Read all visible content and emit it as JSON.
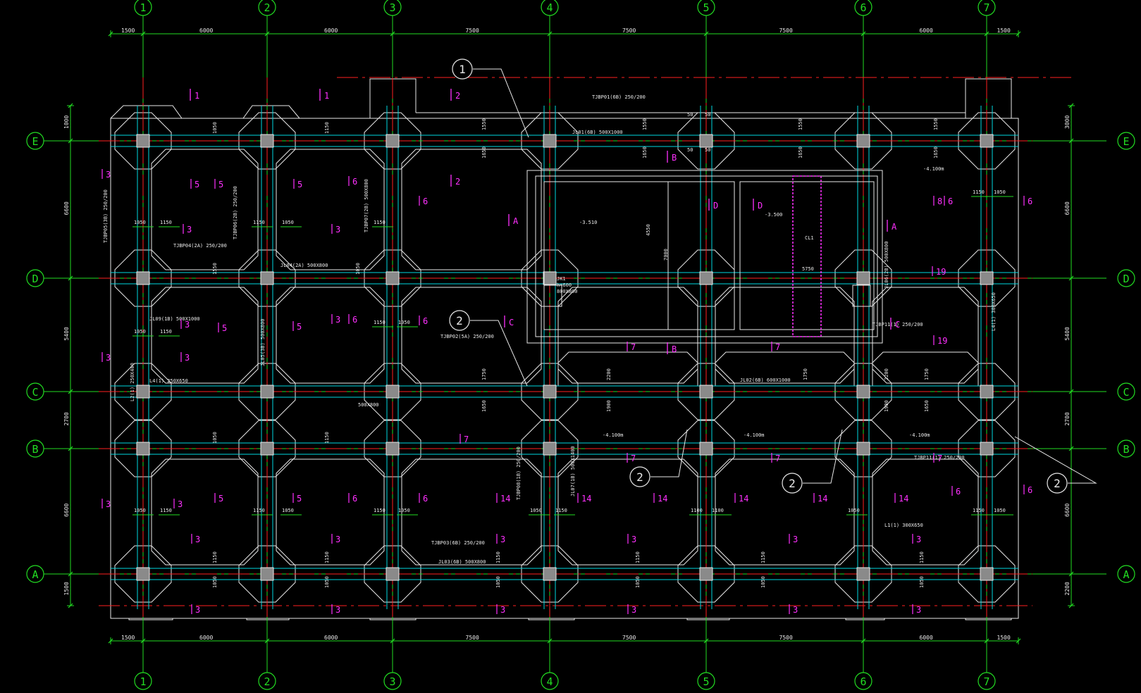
{
  "drawing": {
    "grid_columns": [
      "1",
      "2",
      "3",
      "4",
      "5",
      "6",
      "7"
    ],
    "grid_rows": [
      "E",
      "D",
      "C",
      "B",
      "A"
    ],
    "top_spans": [
      "1500",
      "6000",
      "6000",
      "7500",
      "7500",
      "7500",
      "6000",
      "1500"
    ],
    "bottom_spans": [
      "1500",
      "6000",
      "6000",
      "7500",
      "7500",
      "7500",
      "6000",
      "1500"
    ],
    "left_spans": [
      "1000",
      "6600",
      "5400",
      "2700",
      "6600",
      "1500"
    ],
    "right_spans": [
      "3000",
      "6600",
      "5400",
      "2700",
      "6600",
      "2200"
    ],
    "callouts": [
      "1",
      "2",
      "2",
      "2",
      "2"
    ],
    "section_marks": [
      "1",
      "1",
      "2",
      "2",
      "A",
      "A",
      "B",
      "B",
      "C",
      "C",
      "D",
      "D"
    ],
    "beam_labels": [
      "TJBP01(6B) 250/200",
      "JL01(6B) 500X1000",
      "TJBP05(3B) 250/200",
      "TJBP06(2B) 250/200",
      "TJBP07(2B) 500X800",
      "TJBP04(2A) 250/200",
      "JL04(2A) 500X800",
      "TJBP02(5A) 250/200",
      "JL02(6B) 600X1000",
      "TJBP03(6B) 250/200",
      "JL03(6B) 500X800",
      "TJBP08(1B) 250/200",
      "JL07(1B) 500X1400",
      "TJBP11(1) 250/200",
      "L1(1) 300X650",
      "L2(1) 250X400",
      "JL05(3B) 500X800",
      "JL06(2B) 500X800",
      "JL09(1B) 500X1000",
      "L4(1) 250X650",
      "L4(1) 300X650"
    ],
    "elevation_labels": [
      "-3.510",
      "-3.500",
      "-4.100m",
      "-4.100m",
      "-4.100m",
      "-4.100m",
      "h=600",
      "800X800",
      "500X800",
      "5750",
      "7000",
      "4550"
    ],
    "pit_labels": [
      "JK1",
      "CL1",
      "-0.000"
    ],
    "number_marks": [
      "3",
      "5",
      "6",
      "7",
      "14",
      "19",
      "8"
    ]
  }
}
